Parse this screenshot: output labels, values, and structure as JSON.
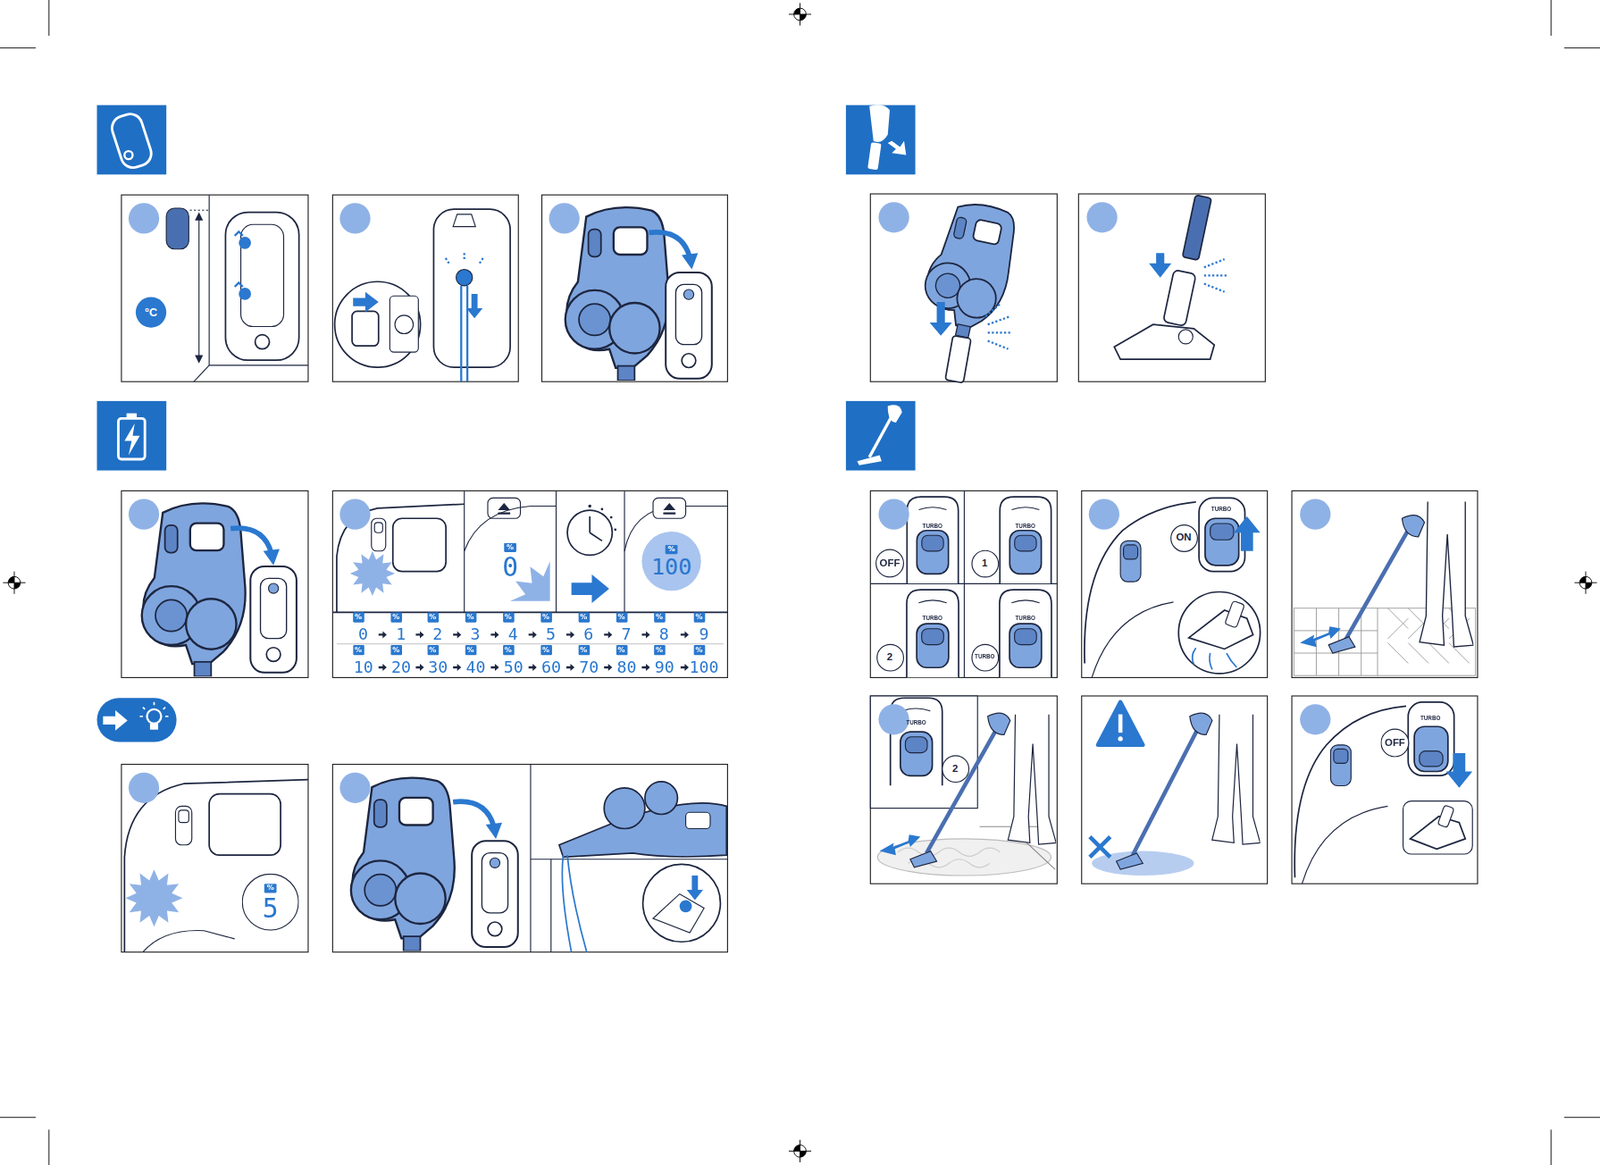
{
  "diagram": {
    "nodes": [
      {
        "text": [
          "°C"
        ]
      },
      {
        "text": [
          "%",
          "0"
        ]
      },
      {
        "text": [
          "%",
          "100"
        ]
      },
      {
        "text": [
          "%",
          "5"
        ]
      },
      {
        "text": [
          "OFF"
        ]
      },
      {
        "text": [
          "1"
        ]
      },
      {
        "text": [
          "2"
        ]
      },
      {
        "text": [
          "TURBO"
        ]
      },
      {
        "text": [
          "ON"
        ]
      },
      {
        "text": [
          "2"
        ]
      },
      {
        "text": [
          "OFF"
        ]
      }
    ],
    "labels": [
      "%",
      "0",
      "%",
      "1",
      "%",
      "2",
      "%",
      "3",
      "%",
      "4",
      "%",
      "5",
      "%",
      "6",
      "%",
      "7",
      "%",
      "8",
      "%",
      "9",
      "%",
      "10",
      "%",
      "20",
      "%",
      "30",
      "%",
      "40",
      "%",
      "50",
      "%",
      "60",
      "%",
      "70",
      "%",
      "80",
      "%",
      "90",
      "%",
      "100",
      "TURBO",
      "TURBO",
      "TURBO",
      "TURBO",
      "TURBO",
      "TURBO",
      "TURBO"
    ]
  }
}
